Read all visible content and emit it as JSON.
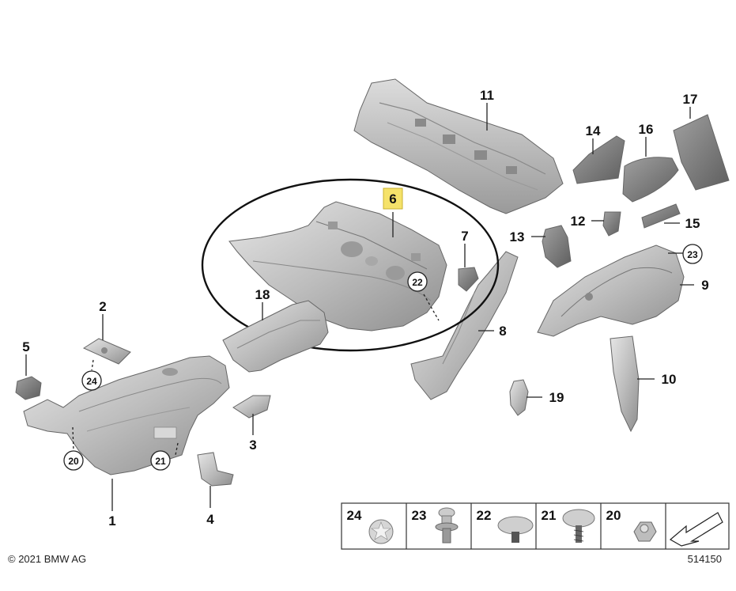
{
  "callouts": {
    "c1": "1",
    "c2": "2",
    "c3": "3",
    "c4": "4",
    "c5": "5",
    "c6": "6",
    "c7": "7",
    "c8": "8",
    "c9": "9",
    "c10": "10",
    "c11": "11",
    "c12": "12",
    "c13": "13",
    "c14": "14",
    "c15": "15",
    "c16": "16",
    "c17": "17",
    "c18": "18",
    "c19": "19",
    "c20": "20",
    "c21": "21",
    "c22": "22",
    "c23": "23",
    "c24": "24"
  },
  "highlighted_callout": "6",
  "highlight_color": "#f5e26a",
  "legend": {
    "items": [
      "24",
      "23",
      "22",
      "21",
      "20"
    ]
  },
  "footer": {
    "copyright": "© 2021 BMW AG",
    "diagram_number": "514150"
  }
}
